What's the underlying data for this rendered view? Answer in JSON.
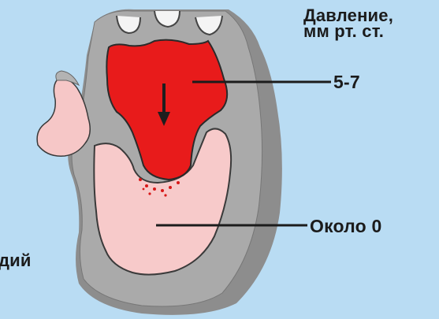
{
  "header": {
    "pressure_title_line1": "Давление,",
    "pressure_title_line2": "мм рт. ст."
  },
  "annotations": {
    "atrium_pressure": "5-7",
    "ventricle_pressure": "Около 0",
    "phase_fragment": "дий"
  },
  "colors": {
    "background": "#b9dcf3",
    "heart_wall": "#a9a9a9",
    "heart_wall_shadow": "#8e8e8e",
    "atrium_blood": "#e81a1a",
    "ventricle_tissue": "#f7c9c9",
    "arrow": "#202020",
    "leader_line": "#1c1c1c"
  }
}
